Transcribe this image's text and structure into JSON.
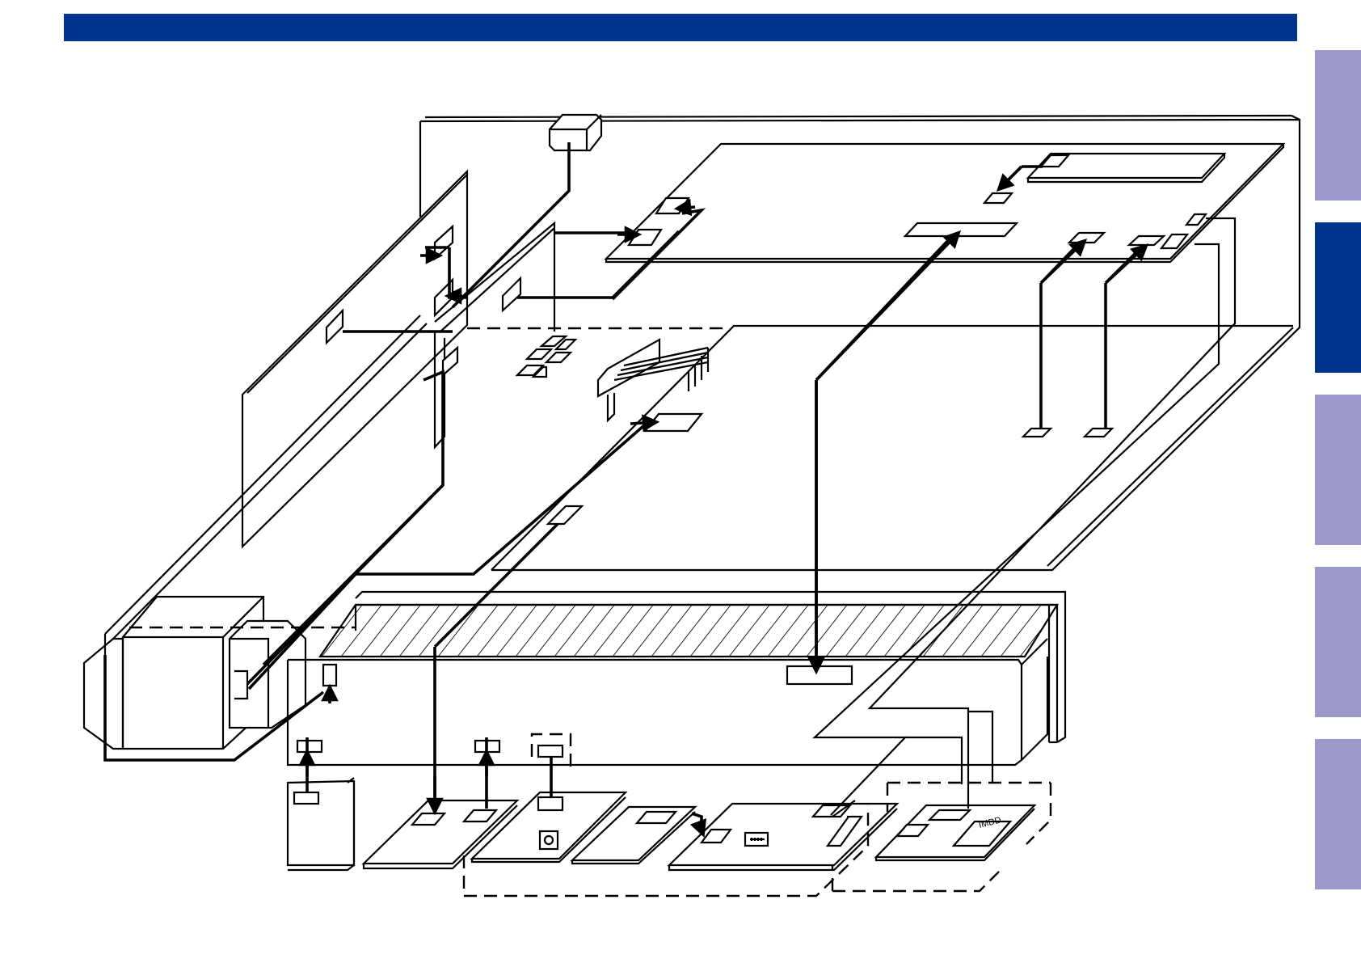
{
  "colors": {
    "header_bar": "#00338d",
    "tab_inactive": "#9b99c9",
    "tab_active": "#00338d",
    "line": "#000000",
    "background": "#ffffff"
  },
  "side_tabs": [
    {
      "id": "tab-1",
      "active": false
    },
    {
      "id": "tab-2",
      "active": true
    },
    {
      "id": "tab-3",
      "active": false
    },
    {
      "id": "tab-4",
      "active": false
    },
    {
      "id": "tab-5",
      "active": false
    }
  ],
  "chip_label": "IMDD"
}
